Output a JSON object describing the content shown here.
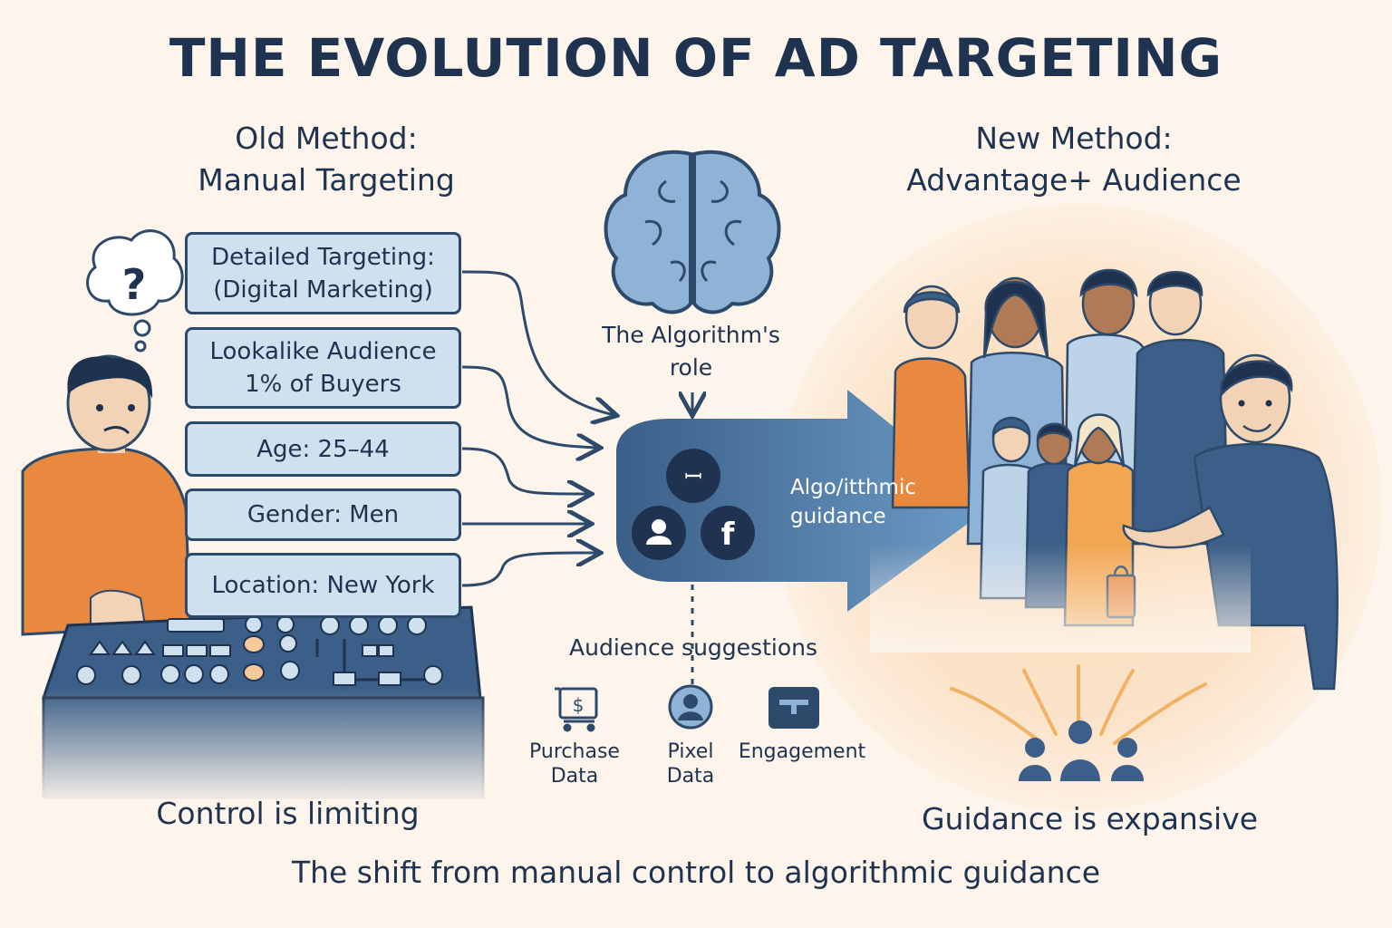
{
  "title": "THE EVOLUTION OF AD TARGETING",
  "old_method": {
    "line1": "Old Method:",
    "line2": "Manual Targeting"
  },
  "new_method": {
    "line1": "New Method:",
    "line2": "Advantage+ Audience"
  },
  "targeting_boxes": [
    {
      "line1": "Detailed Targeting:",
      "line2": "(Digital Marketing)"
    },
    {
      "line1": "Lookalike Audience",
      "line2": "1% of Buyers"
    },
    {
      "line1": "Age: 25–44"
    },
    {
      "line1": "Gender: Men"
    },
    {
      "line1": "Location: New York"
    }
  ],
  "algorithm_label": {
    "line1": "The Algorithm's",
    "line2": "role"
  },
  "arrow_label": {
    "line1": "Algo/itthmic",
    "line2": "guidance"
  },
  "audience_suggestions": "Audience suggestions",
  "data_sources": [
    {
      "line1": "Purchase",
      "line2": "Data",
      "icon": "cart-dollar-icon"
    },
    {
      "line1": "Pixel",
      "line2": "Data",
      "icon": "user-circle-icon"
    },
    {
      "line1": "Engagement",
      "line2": "",
      "icon": "engagement-icon"
    }
  ],
  "left_caption": "Control is limiting",
  "right_caption": "Guidance is expansive",
  "footer": "The shift from manual control to algorithmic guidance",
  "colors": {
    "navy": "#2e4a6b",
    "light_blue": "#cfe0ee",
    "orange": "#e8893f",
    "cream": "#fdf5ec"
  }
}
